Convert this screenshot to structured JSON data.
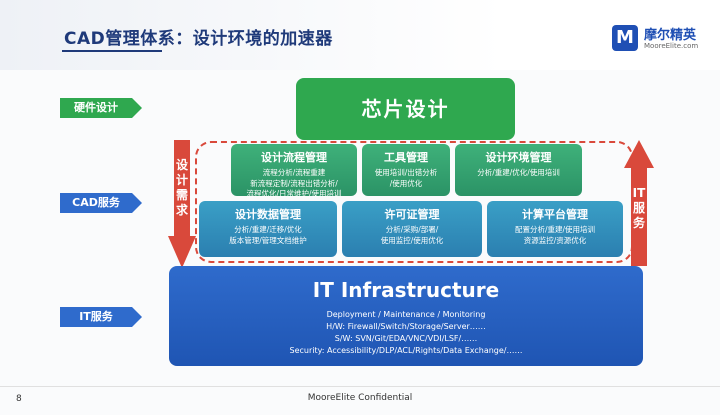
{
  "header": {
    "title": "CAD管理体系：设计环境的加速器",
    "logo_mark": "M",
    "logo_name": "摩尔精英",
    "logo_url": "MooreElite.com"
  },
  "colors": {
    "title": "#1f3a7a",
    "tag_green": "#2fa84f",
    "tag_blue": "#2f6bcc",
    "accent_red": "#d9493b",
    "box_green": "#3fb17a",
    "box_teal": "#3a9fc6"
  },
  "layers": {
    "hardware_label": "硬件设计",
    "cad_label": "CAD服务",
    "it_label": "IT服务"
  },
  "chip_design": "芯片设计",
  "arrows": {
    "left_chars": [
      "设",
      "计",
      "需",
      "求"
    ],
    "right_chars": [
      "IT",
      "服",
      "务"
    ]
  },
  "cad_boxes": {
    "flow": {
      "title": "设计流程管理",
      "lines": [
        "流程分析/流程重建",
        "新流程定制/流程出错分析/",
        "流程优化/日常维护/使用培训"
      ]
    },
    "tools": {
      "title": "工具管理",
      "lines": [
        "使用培训/出错分析",
        "/使用优化"
      ]
    },
    "env": {
      "title": "设计环境管理",
      "lines": [
        "分析/重建/优化/使用培训"
      ]
    },
    "data": {
      "title": "设计数据管理",
      "lines": [
        "分析/重建/迁移/优化",
        "版本管理/管理文档维护"
      ]
    },
    "license": {
      "title": "许可证管理",
      "lines": [
        "分析/采购/部署/",
        "使用监控/使用优化"
      ]
    },
    "compute": {
      "title": "计算平台管理",
      "lines": [
        "配置分析/重建/使用培训",
        "资源监控/资源优化"
      ]
    }
  },
  "infrastructure": {
    "title": "IT Infrastructure",
    "lines": [
      "Deployment / Maintenance / Monitoring",
      "H/W: Firewall/Switch/Storage/Server……",
      "S/W: SVN/Git/EDA/VNC/VDI/LSF/……",
      "Security: Accessibility/DLP/ACL/Rights/Data Exchange/……"
    ]
  },
  "footer": {
    "page_number": "8",
    "confidential": "MooreElite Confidential"
  }
}
